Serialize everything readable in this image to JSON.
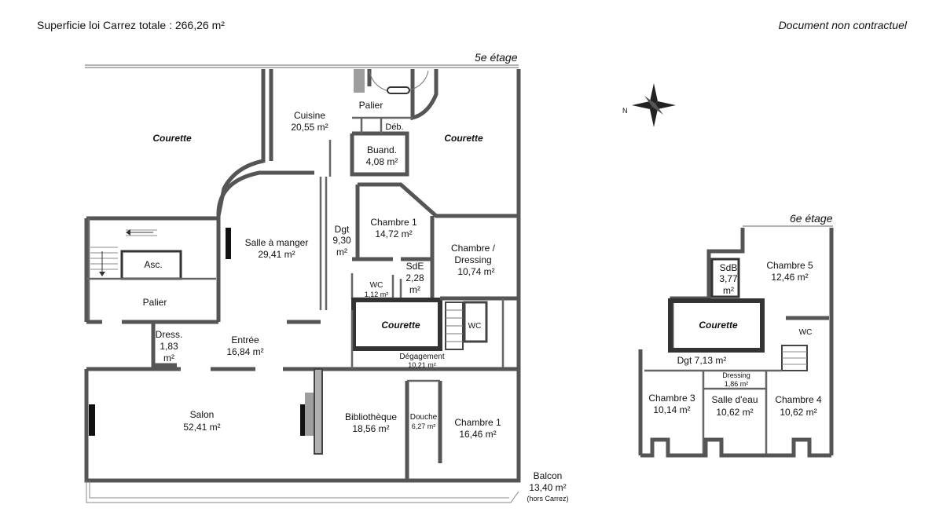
{
  "header": {
    "total_area": "Superficie loi Carrez totale :  266,26 m²",
    "disclaimer": "Document non contractuel"
  },
  "floors": {
    "fifth": "5e étage",
    "sixth": "6e étage"
  },
  "compass": {
    "north_label": "N"
  },
  "rooms_5": {
    "courette_left": "Courette",
    "cuisine_name": "Cuisine",
    "cuisine_area": "20,55 m²",
    "palier_top": "Palier",
    "deb": "Déb.",
    "buand_name": "Buand.",
    "buand_area": "4,08 m²",
    "courette_right": "Courette",
    "asc": "Asc.",
    "palier_left": "Palier",
    "sam_name": "Salle à manger",
    "sam_area": "29,41 m²",
    "dgt_name": "Dgt",
    "dgt_area1": "9,30",
    "dgt_area2": "m²",
    "ch1_name": "Chambre 1",
    "ch1_area": "14,72 m²",
    "chdress_name1": "Chambre /",
    "chdress_name2": "Dressing",
    "chdress_area": "10,74 m²",
    "wc_name": "WC",
    "wc_area": "1,12 m²",
    "sde_name": "SdE",
    "sde_area1": "2,28",
    "sde_area2": "m²",
    "courette_center": "Courette",
    "wc2": "WC",
    "dress_name": "Dress.",
    "dress_area1": "1,83",
    "dress_area2": "m²",
    "entree_name": "Entrée",
    "entree_area": "16,84 m²",
    "degagement_name": "Dégagement",
    "degagement_area": "10,21 m²",
    "salon_name": "Salon",
    "salon_area": "52,41 m²",
    "biblio_name": "Bibliothèque",
    "biblio_area": "18,56 m²",
    "douche_name": "Douche",
    "douche_area": "6,27 m²",
    "chb1_name": "Chambre 1",
    "chb1_area": "16,46 m²",
    "balcon_name": "Balcon",
    "balcon_area": "13,40 m²",
    "balcon_note": "(hors Carrez)"
  },
  "rooms_6": {
    "sdb_name": "SdB",
    "sdb_area1": "3,77",
    "sdb_area2": "m²",
    "ch5_name": "Chambre 5",
    "ch5_area": "12,46 m²",
    "courette": "Courette",
    "wc": "WC",
    "dgt": "Dgt 7,13 m²",
    "dressing_name": "Dressing",
    "dressing_area": "1,86 m²",
    "ch3_name": "Chambre 3",
    "ch3_area": "10,14 m²",
    "sde_name": "Salle d'eau",
    "sde_area": "10,62 m²",
    "ch4_name": "Chambre 4",
    "ch4_area": "10,62 m²"
  }
}
